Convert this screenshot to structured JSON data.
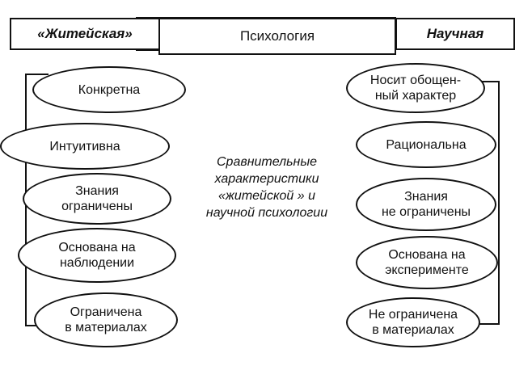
{
  "header": {
    "left_label": "«Житейская»",
    "center_label": "Психология",
    "right_label": "Научная"
  },
  "left_items": [
    {
      "lines": [
        "Конкретна"
      ]
    },
    {
      "lines": [
        "Интуитивна"
      ]
    },
    {
      "lines": [
        "Знания",
        "ограничены"
      ]
    },
    {
      "lines": [
        "Основана на",
        "наблюдении"
      ]
    },
    {
      "lines": [
        "Ограничена",
        "в материалах"
      ]
    }
  ],
  "right_items": [
    {
      "lines": [
        "Носит обощен-",
        "ный характер"
      ]
    },
    {
      "lines": [
        "Рациональна"
      ]
    },
    {
      "lines": [
        "Знания",
        "не ограничены"
      ]
    },
    {
      "lines": [
        "Основана на",
        "эксперименте"
      ]
    },
    {
      "lines": [
        "Не ограничена",
        "в материалах"
      ]
    }
  ],
  "center_note": {
    "lines": [
      "Сравнительные",
      "характеристики",
      "«житейской »  и",
      "научной психологии"
    ]
  }
}
